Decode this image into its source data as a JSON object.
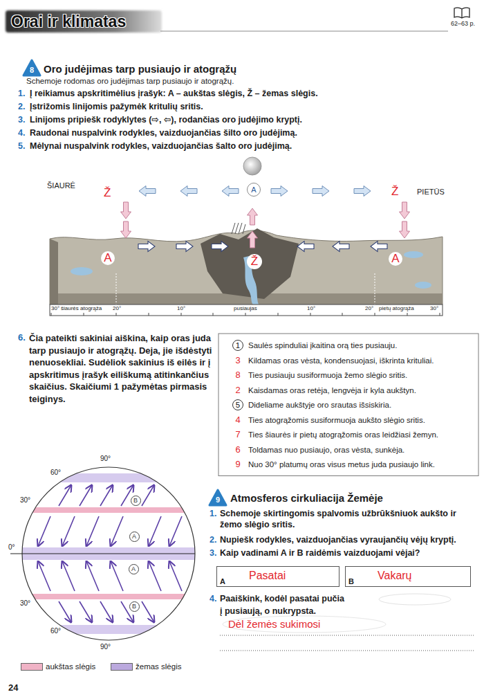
{
  "diagram": {
    "title": "Orai ir klimatas",
    "nodes": [
      {
        "text": [
          "A"
        ]
      },
      {
        "text": [
          "1",
          "Saulės spinduliai įkaitina orą ties pusiauju."
        ]
      },
      {
        "text": [
          "3",
          "Kildamas oras vėsta, kondensuojasi, iškrinta krituliai."
        ]
      },
      {
        "text": [
          "8",
          "Ties pusiauju susiformuoja žemo slėgio sritis."
        ]
      },
      {
        "text": [
          "2",
          "Kaisdamas oras retėja, lengvėja ir kyla aukštyn."
        ]
      },
      {
        "text": [
          "5",
          "Dideliame aukštyje oro srautas išsiskiria."
        ]
      },
      {
        "text": [
          "4",
          "Ties atogrąžomis susiformuoja aukšto slėgio sritis."
        ]
      },
      {
        "text": [
          "7",
          "Ties šiaurės ir pietų atogrąžomis oras leidžiasi žemyn."
        ]
      },
      {
        "text": [
          "6",
          "Toldamas nuo pusiaujo, oras vėsta, sunkėja."
        ]
      },
      {
        "text": [
          "9",
          "Nuo 30° platumų oras visus metus juda pusiaujo link."
        ]
      },
      {
        "text": [
          "B"
        ]
      },
      {
        "text": [
          "A"
        ]
      },
      {
        "text": [
          "A"
        ]
      },
      {
        "text": [
          "B"
        ]
      },
      {
        "text": [
          "A",
          "Pasatai"
        ]
      },
      {
        "text": [
          "B",
          "Vakarų"
        ]
      }
    ],
    "labels": [
      "62–63 p.",
      "8",
      "Oro judėjimas tarp pusiaujo ir atogrąžų",
      "Schemoje rodomas oro judėjimas tarp pusiaujo ir atogrąžų.",
      "1.",
      "Į reikiamus apskritimėlius įrašyk: A – aukštas slėgis, Ž – žemas slėgis.",
      "2.",
      "Įstrižomis linijomis pažymėk kritulių sritis.",
      "3.",
      "Linijoms pripiešk rodyklytes (⇨, ⇦), rodančias oro judėjimo kryptį.",
      "4.",
      "Raudonai nuspalvink rodykles, vaizduojančias šilto oro judėjimą.",
      "5.",
      "Mėlynai nuspalvink rodykles, vaizduojančias šalto oro judėjimą.",
      "ŠIAURĖ",
      "PIETŪS",
      "Ž",
      "Ž",
      "A",
      "Ž",
      "A",
      "30°",
      "šiaurės atogrąža",
      "20°",
      "10°",
      "pusiaujas",
      "10°",
      "20°",
      "pietų atogrąža",
      "30°",
      "6.",
      "Čia pateikti sakiniai aiškina, kaip oras juda tarp pusiaujo ir atogrąžų. Deja, jie išdėstyti nenuosekliai. Sudėliok sakinius iš eilės ir į apskritimus įrašyk eiliškumą atitinkančius skaičius. Skaičiumi 1 pažymėtas pirmasis teiginys.",
      "90°",
      "60°",
      "30°",
      "0°",
      "30°",
      "60°",
      "90°",
      "9",
      "Atmosferos cirkuliacija Žemėje",
      "1.",
      "Schemoje skirtingomis spalvomis užbrūkšniuok aukšto ir žemo slėgio sritis.",
      "2.",
      "Nupiešk rodykles, vaizduojančias vyraujančių vėjų kryptį.",
      "3.",
      "Kaip vadinami A ir B raidėmis vaizduojami vėjai?",
      "4.",
      "Paaiškink, kodėl pasatai pučia",
      "į pusiaują, o nukrypsta.",
      "Dėl žemės sukimosi",
      "24"
    ],
    "legend": [
      {
        "text": "aukštas slėgis",
        "color": "#f0b3c6"
      },
      {
        "text": "žemas slėgis",
        "color": "#bba9de"
      }
    ]
  }
}
